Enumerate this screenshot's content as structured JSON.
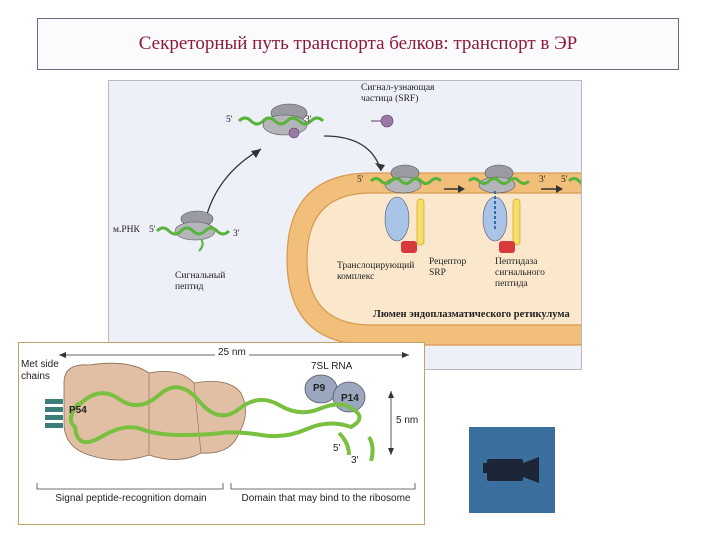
{
  "title": "Секреторный путь транспорта белков: транспорт в ЭР",
  "upper_diagram": {
    "labels": {
      "srp": "Сигнал-узнающая частица (SRF)",
      "mrna": "м.РНК",
      "signal_peptide": "Сигнальный пептид",
      "translocon": "Транслоцирующий комплекс",
      "srp_receptor": "Рецептор SRP",
      "peptidase": "Пептидаза сигнального пептида",
      "er_lumen": "Люмен эндоплазматического ретикулума"
    },
    "ends": {
      "five": "5'",
      "three": "3'"
    }
  },
  "lower_diagram": {
    "width_label": "25 nm",
    "height_label": "5 nm",
    "met_side_chains": "Met side chains",
    "rna_label": "7SL RNA",
    "proteins": {
      "p54": "P54",
      "p9": "P9",
      "p14": "P14"
    },
    "ends": {
      "five": "5'",
      "three": "3'"
    },
    "domain_left": "Signal peptide-recognition domain",
    "domain_right": "Domain that may bind to the ribosome"
  },
  "video": {
    "icon": "video-camera-icon"
  },
  "colors": {
    "title": "#8b1a3a",
    "mrna": "#58b33a",
    "membrane": "#f2bf7a",
    "lumen": "#fbe8cc",
    "button": "#3a6f9e",
    "ribosome": "#8f9096"
  }
}
